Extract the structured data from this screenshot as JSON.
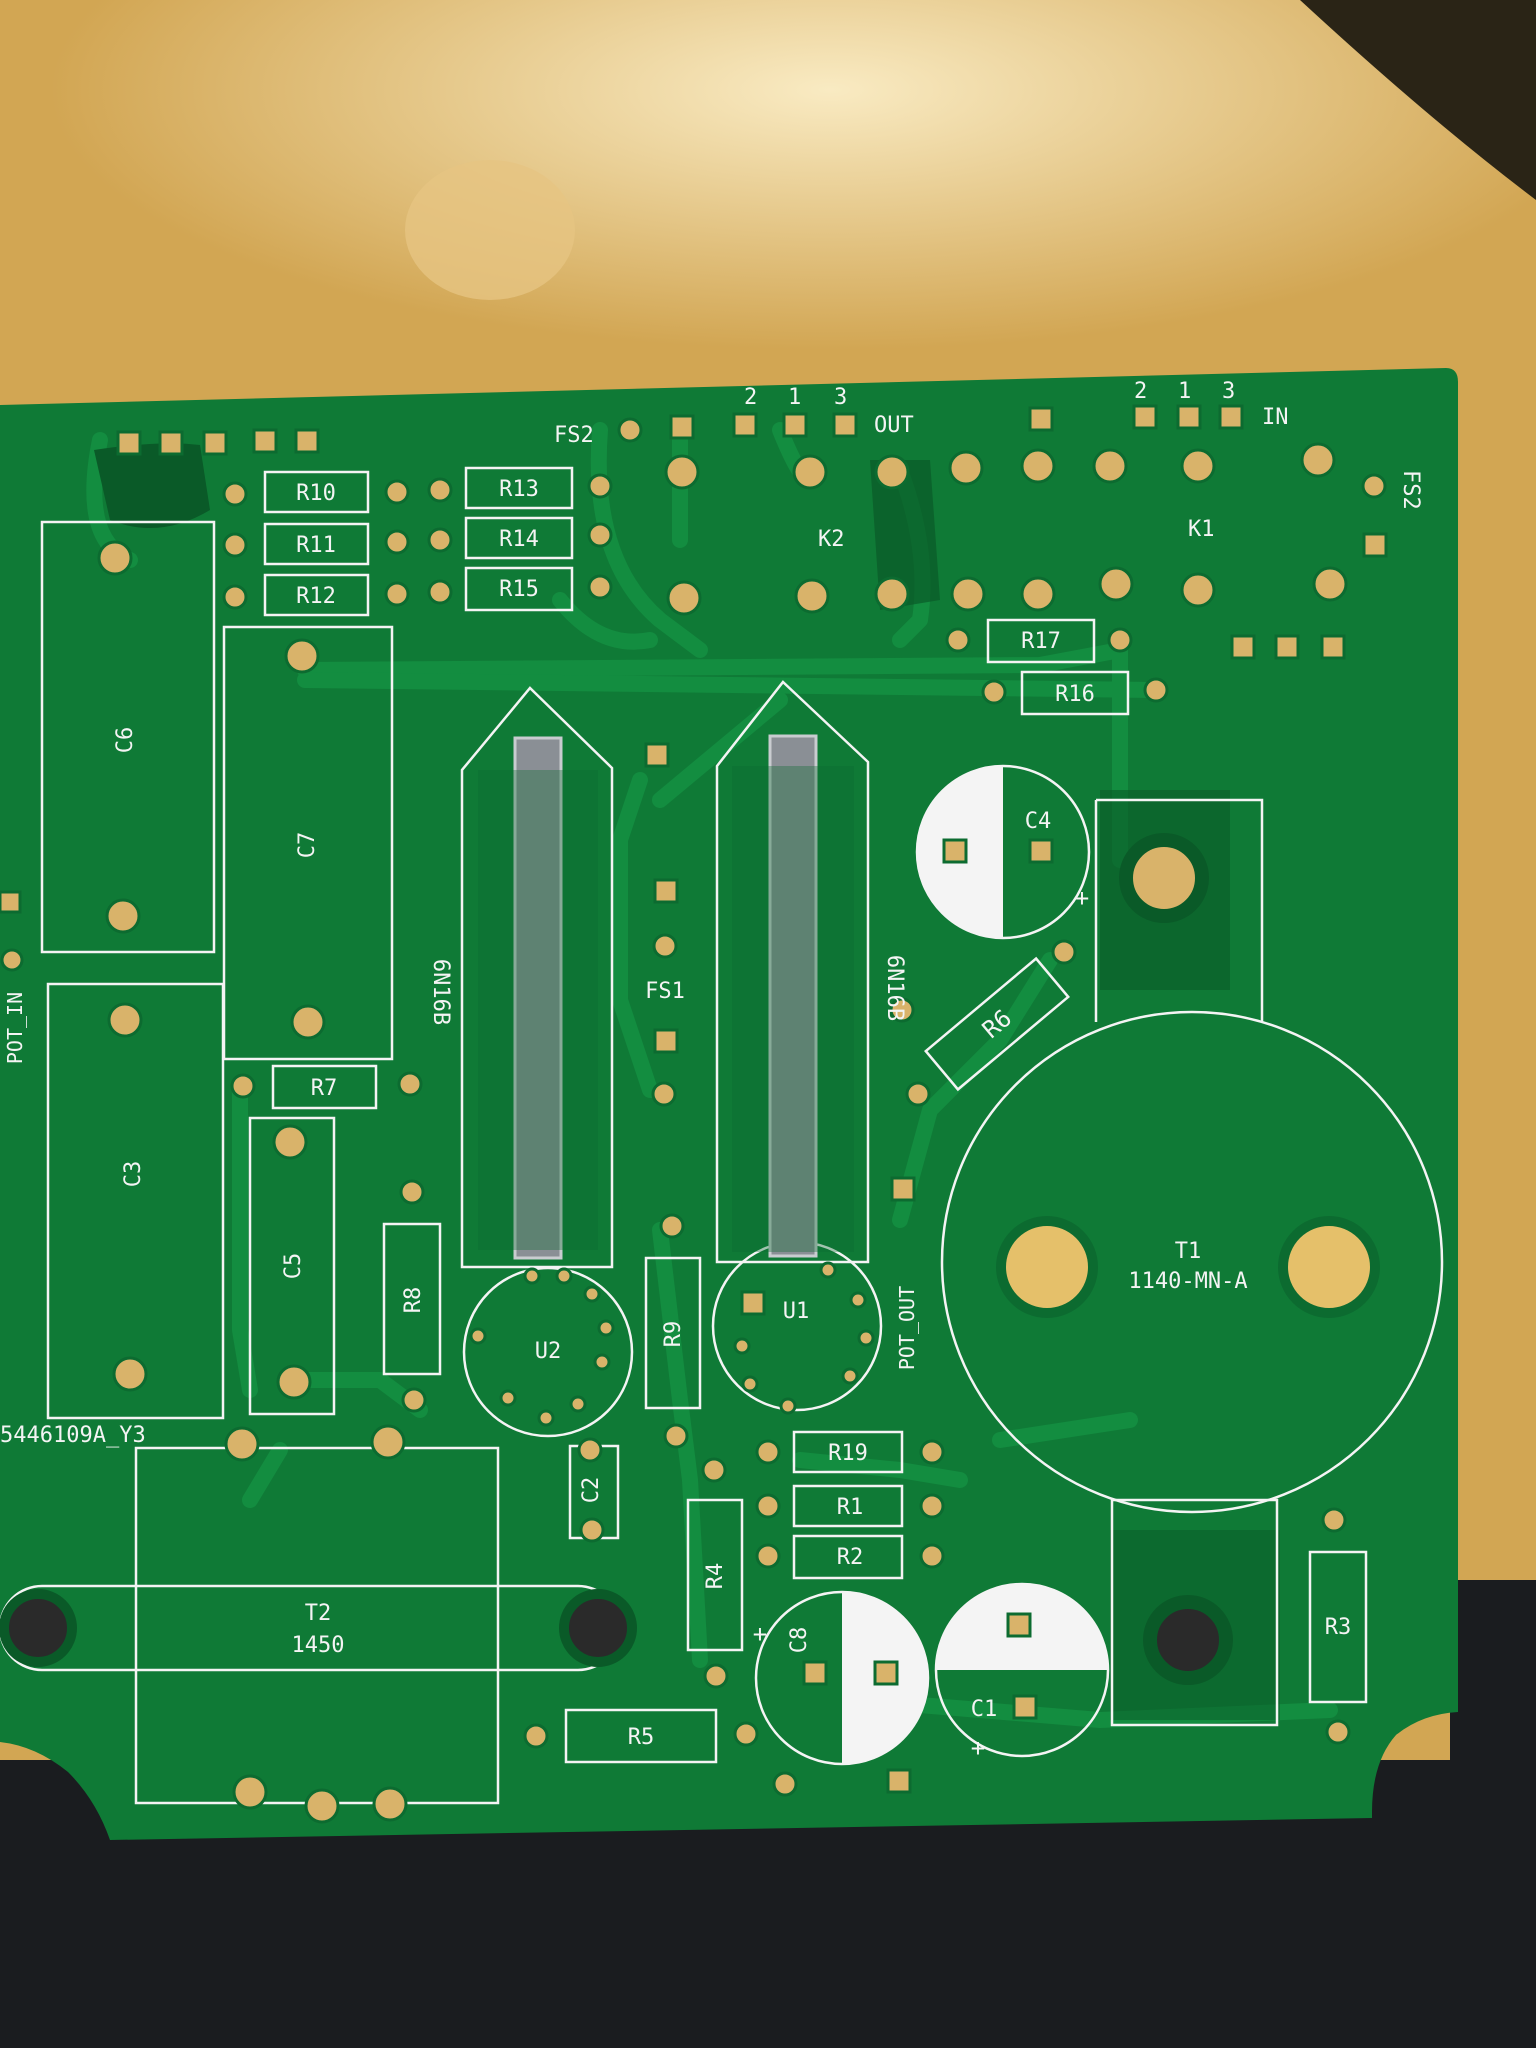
{
  "colors": {
    "table": "#d2a653",
    "table_light": "#f1d79c",
    "board": "#0f7a36",
    "board_dark": "#0a5a28",
    "trace": "#138d40",
    "silk": "#f4f4f4",
    "copper": "#d9b36a",
    "floor": "#1a1c1f"
  },
  "labels": {
    "fs2_top": "FS2",
    "out": "OUT",
    "in": "IN",
    "fs2_right": "FS2",
    "k1": "K1",
    "k2": "K2",
    "pin2_out": "2",
    "pin1_out": "1",
    "pin3_out": "3",
    "pin2_in": "2",
    "pin1_in": "1",
    "pin3_in": "3",
    "r10": "R10",
    "r11": "R11",
    "r12": "R12",
    "r13": "R13",
    "r14": "R14",
    "r15": "R15",
    "r16": "R16",
    "r17": "R17",
    "c6": "C6",
    "c7": "C7",
    "c3": "C3",
    "c5": "C5",
    "r7": "R7",
    "r8": "R8",
    "r9": "R9",
    "fs1": "FS1",
    "tube_left": "6N16B",
    "tube_right": "6N16B",
    "c4": "C4",
    "r6": "R6",
    "t1_name": "T1",
    "t1_part": "1140-MN-A",
    "pot_in": "POT_IN",
    "pot_out": "POT_OUT",
    "u1": "U1",
    "u2": "U2",
    "c2": "C2",
    "r19": "R19",
    "r1": "R1",
    "r2": "R2",
    "r4": "R4",
    "c8": "C8",
    "c1": "C1",
    "r3": "R3",
    "r5": "R5",
    "t2_name": "T2",
    "t2_part": "1450",
    "board_id": "5446109A_Y3",
    "plus_c4": "+",
    "plus_c8": "+",
    "plus_c1": "+"
  }
}
